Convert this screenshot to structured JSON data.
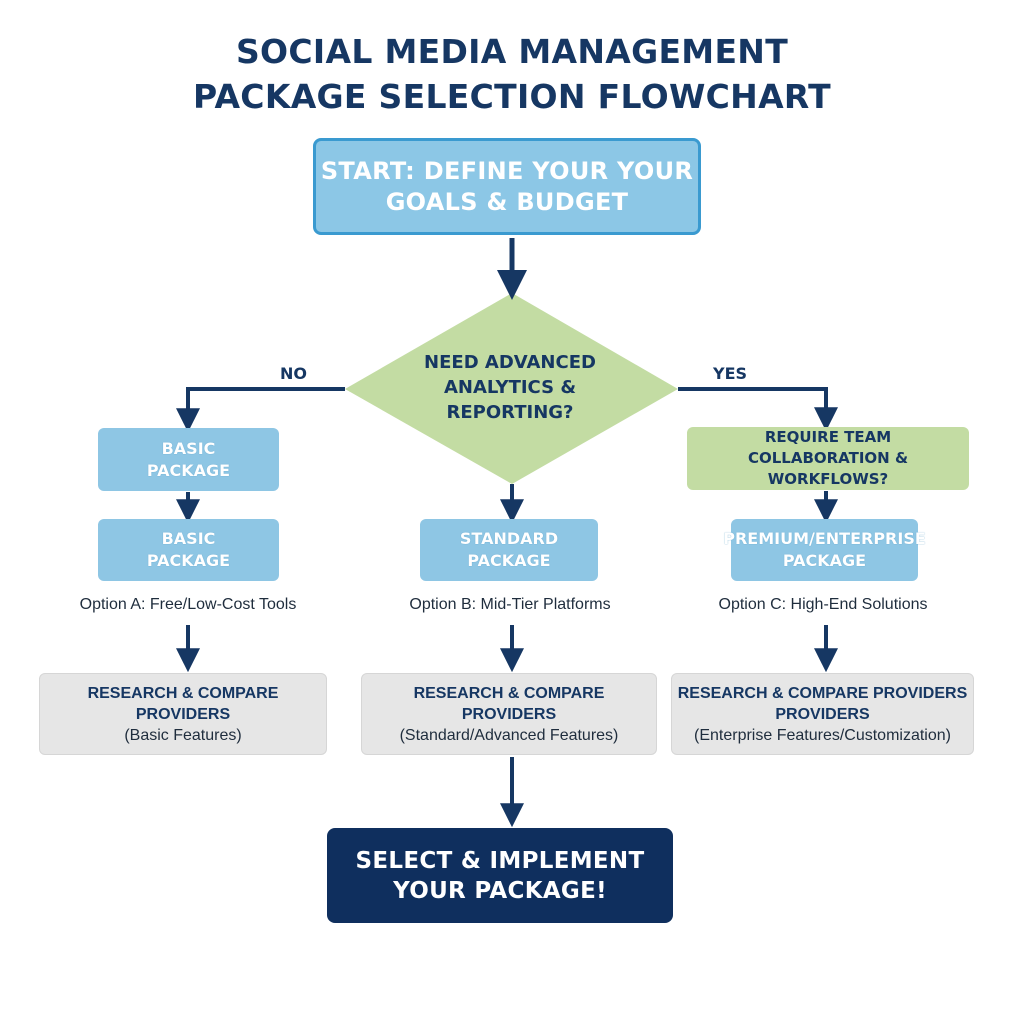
{
  "title": {
    "line1": "SOCIAL MEDIA MANAGEMENT",
    "line2": "PACKAGE SELECTION FLOWCHART"
  },
  "start": {
    "line1": "START: DEFINE YOUR YOUR",
    "line2": "GOALS & BUDGET"
  },
  "decision": {
    "line1": "NEED ADVANCED",
    "line2": "ANALYTICS &",
    "line3": "REPORTING?"
  },
  "branches": {
    "no": "NO",
    "yes": "YES"
  },
  "left_path": {
    "box1_line1": "BASIC",
    "box1_line2": "PACKAGE",
    "box2_line1": "BASIC",
    "box2_line2": "PACKAGE",
    "option": "Option A: Free/Low-Cost Tools",
    "research_line1": "RESEARCH & COMPARE",
    "research_line2": "PROVIDERS",
    "research_sub": "(Basic Features)"
  },
  "middle_path": {
    "box_line1": "STANDARD",
    "box_line2": "PACKAGE",
    "option": "Option B: Mid-Tier Platforms",
    "research_line1": "RESEARCH & COMPARE",
    "research_line2": "PROVIDERS",
    "research_sub": "(Standard/Advanced Features)"
  },
  "right_path": {
    "team_line1": "REQUIRE TEAM",
    "team_line2": "COLLABORATION & WORKFLOWS?",
    "box_line1": "PREMIUM/ENTERPRISE",
    "box_line2": "PACKAGE",
    "option": "Option C: High-End Solutions",
    "research_line1": "RESEARCH & COMPARE PROVIDERS",
    "research_line2": "PROVIDERS",
    "research_sub": "(Enterprise Features/Customization)"
  },
  "final": {
    "line1": "SELECT & IMPLEMENT",
    "line2": "YOUR PACKAGE!"
  },
  "colors": {
    "navy": "#163763",
    "light_blue": "#8ec6e4",
    "green": "#c3dca3",
    "gray": "#e6e6e6",
    "dark_navy": "#0f2f5e"
  }
}
